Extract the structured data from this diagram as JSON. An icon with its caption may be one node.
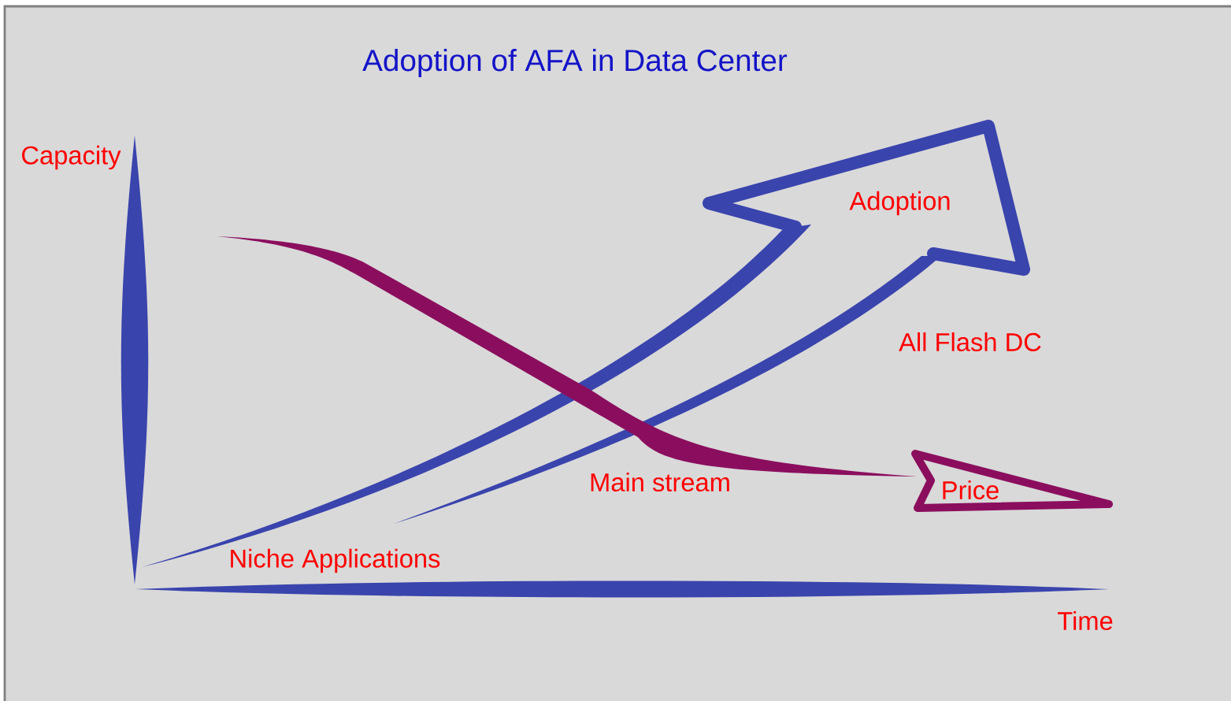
{
  "diagram": {
    "title": "Adoption of AFA in Data Center",
    "labels": [
      "Capacity",
      "Adoption",
      "All Flash DC",
      "Main stream",
      "Price",
      "Niche Applications",
      "Time"
    ]
  }
}
